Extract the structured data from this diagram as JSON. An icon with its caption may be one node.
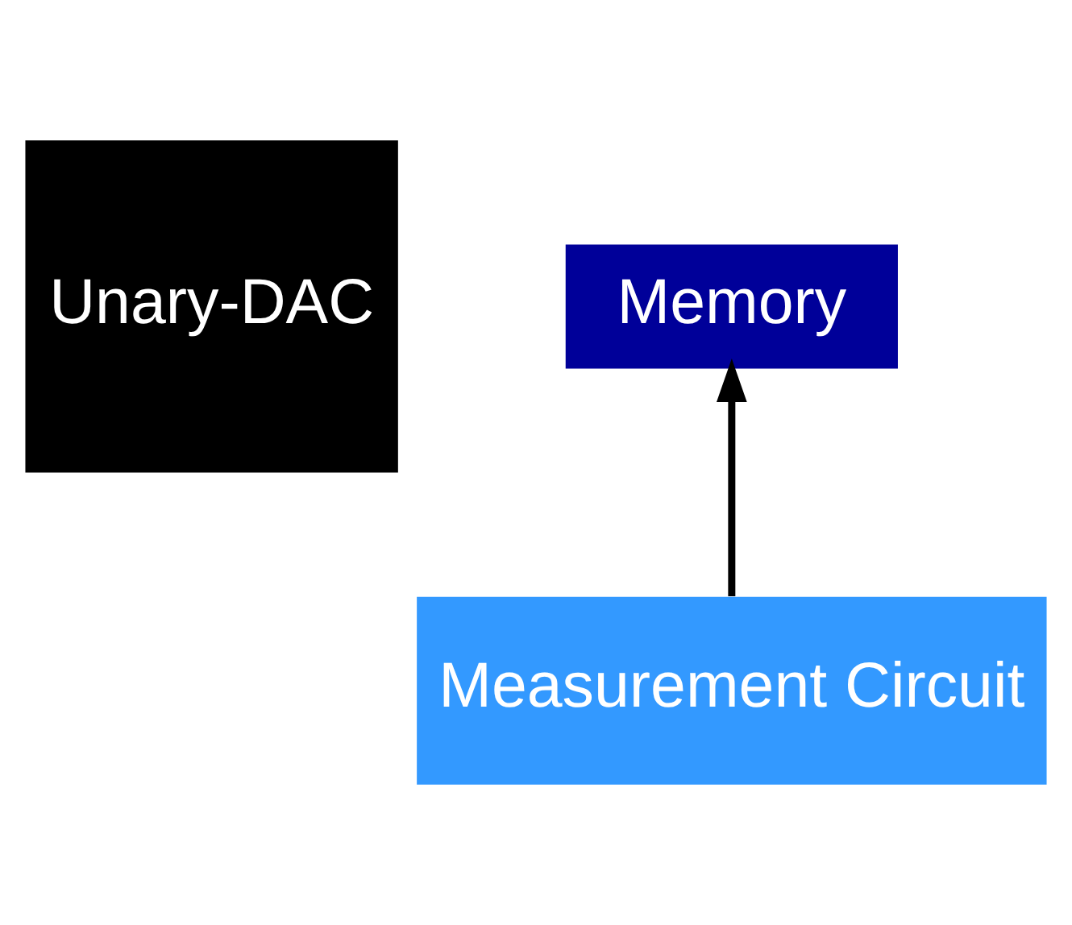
{
  "diagram": {
    "nodes": [
      {
        "text": [
          "Unary-DAC"
        ]
      },
      {
        "text": [
          "Memory"
        ]
      },
      {
        "text": [
          "Measurement Circuit"
        ]
      }
    ],
    "edges": [
      {
        "from": 2,
        "to": 1,
        "arrow": "to"
      }
    ]
  }
}
